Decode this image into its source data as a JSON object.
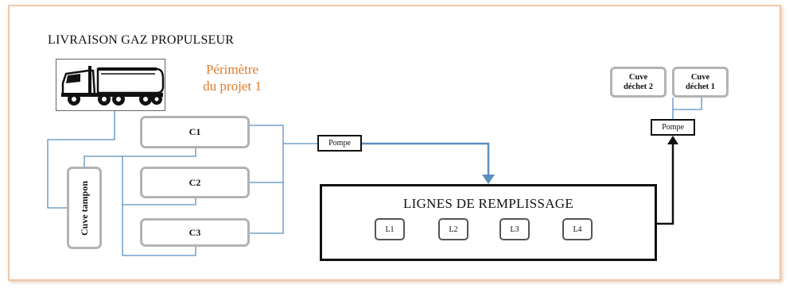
{
  "title": "LIVRAISON GAZ PROPULSEUR",
  "perimetre": {
    "line1": "Périmètre",
    "line2": "du projet 1"
  },
  "truck": {
    "icon": "tanker-truck-icon"
  },
  "tanks": {
    "c1": "C1",
    "c2": "C2",
    "c3": "C3",
    "tampon": "Cuve tampon"
  },
  "pompe_main": "Pompe",
  "pompe_dechet": "Pompe",
  "lignes": {
    "title": "LIGNES DE REMPLISSAGE",
    "items": [
      "L1",
      "L2",
      "L3",
      "L4"
    ]
  },
  "dechets": {
    "d2_line1": "Cuve",
    "d2_line2": "déchet 2",
    "d1_line1": "Cuve",
    "d1_line2": "déchet 1"
  },
  "colors": {
    "pipe": "#5b8fbf",
    "frame": "#f0c7a6",
    "accent": "#e07a2c",
    "box_border": "#b3b3b3"
  }
}
